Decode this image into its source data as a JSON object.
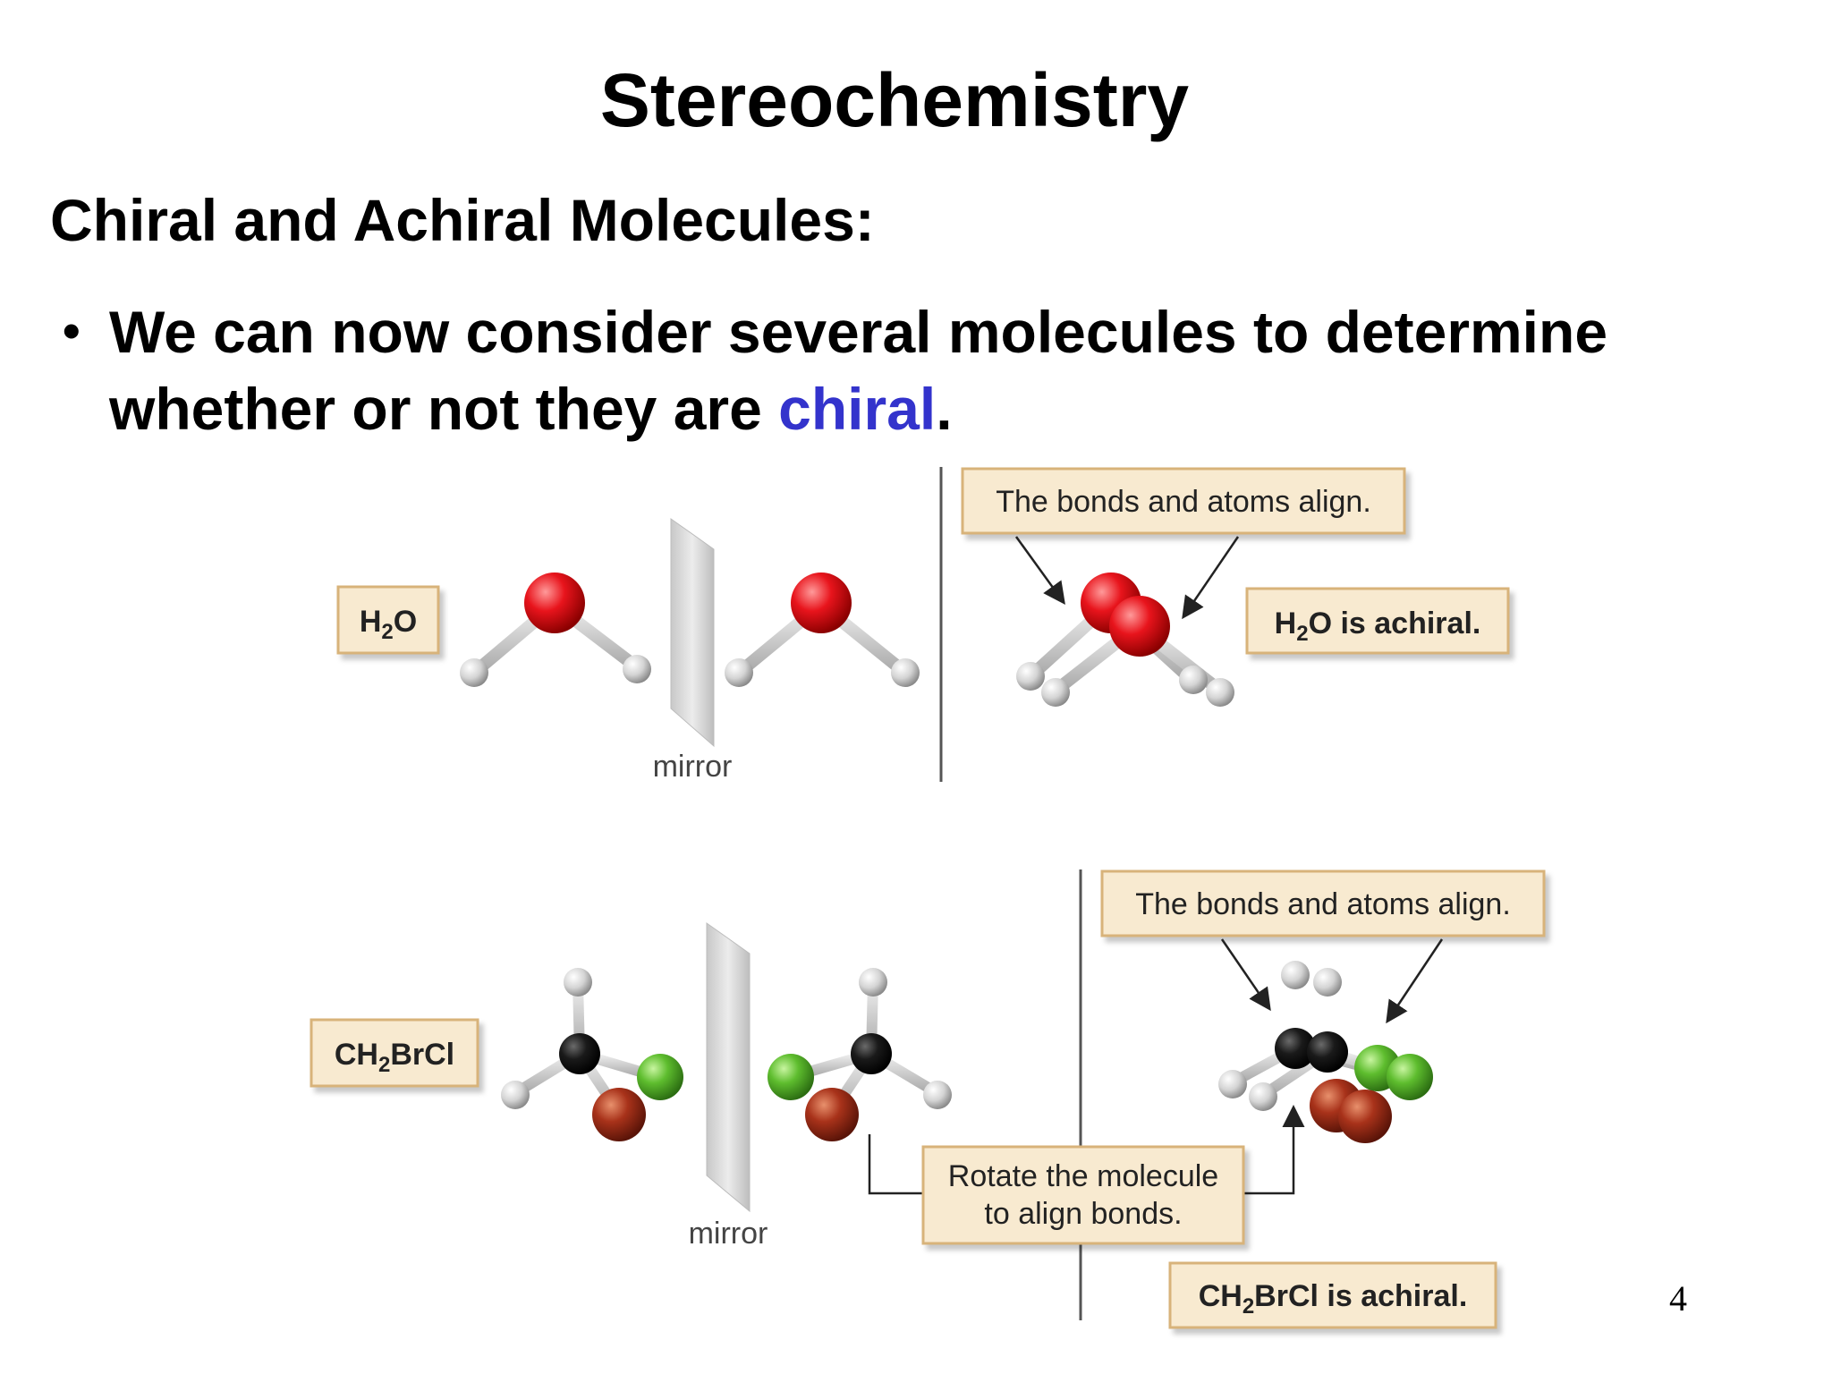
{
  "slide": {
    "title": "Stereochemistry",
    "subtitle": "Chiral and Achiral Molecules:",
    "bullet": {
      "text_before": "We can now consider several molecules to determine whether or not they are ",
      "keyword": "chiral",
      "text_after": ".",
      "keyword_color": "#3333cc"
    },
    "page_number": "4"
  },
  "figure_top": {
    "molecule_label": {
      "main": "H",
      "sub": "2",
      "rest": "O"
    },
    "mirror_label": "mirror",
    "align_note": "The bonds and atoms align.",
    "conclusion": {
      "main": "H",
      "sub": "2",
      "rest": "O is achiral."
    }
  },
  "figure_bottom": {
    "molecule_label": {
      "main": "CH",
      "sub": "2",
      "rest": "BrCl"
    },
    "mirror_label": "mirror",
    "align_note": "The bonds and atoms align.",
    "rotate_note_line1": "Rotate the molecule",
    "rotate_note_line2": "to align bonds.",
    "conclusion": {
      "main": "CH",
      "sub": "2",
      "rest": "BrCl is achiral."
    }
  },
  "colors": {
    "oxygen": "#e8141c",
    "hydrogen": "#d9d9d9",
    "carbon": "#1a1a1a",
    "chlorine": "#5ebd2e",
    "bromine": "#a8321a",
    "label_box_fill": "#f8ead0",
    "label_box_border": "#d8b37a"
  }
}
